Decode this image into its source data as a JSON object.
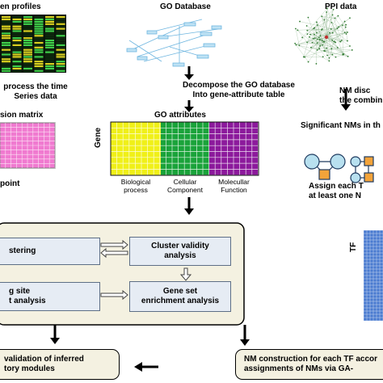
{
  "top_left": {
    "title": "en profiles",
    "caption": [
      "process the time",
      "Series data"
    ]
  },
  "top_middle": {
    "title": "GO Database",
    "caption": [
      "Decompose the GO database",
      "Into gene-attribute table"
    ]
  },
  "top_right": {
    "title": "PPI data",
    "caption": [
      "NM disc",
      "the combin"
    ]
  },
  "left_matrix": {
    "title": "sion matrix",
    "footer": "point"
  },
  "go_attributes": {
    "title": "GO attributes",
    "row_label": "Gene",
    "columns": [
      {
        "label": [
          "Biological",
          "process"
        ],
        "color": "#f0f018"
      },
      {
        "label": [
          "Cellular",
          "Component"
        ],
        "color": "#1aa33a"
      },
      {
        "label": [
          "Molecullar",
          "Function"
        ],
        "color": "#8c1a9c"
      }
    ]
  },
  "right_panel": {
    "nm_title": "Significant NMs in th",
    "assign": [
      "Assign each T",
      "at least one N"
    ],
    "tf_label": "TF"
  },
  "pipeline": {
    "clustering": "stering",
    "cluster_validity": [
      "Cluster validity",
      "analysis"
    ],
    "binding_site": [
      "g site",
      "t analysis"
    ],
    "gene_set": [
      "Gene set",
      "enrichment analysis"
    ]
  },
  "bottom": {
    "left": [
      "validation of inferred",
      "tory modules"
    ],
    "right": [
      "NM construction for each TF accor",
      "assignments of NMs via GA-"
    ]
  },
  "colors": {
    "matrix_pink": "#f07ad0",
    "box_fill": "#e6ecf4",
    "container_fill": "#f4f1e1",
    "node_fill": "#b8e0ef",
    "square_fill": "#f3a33a",
    "tf_blue": "#4a7bd0"
  }
}
